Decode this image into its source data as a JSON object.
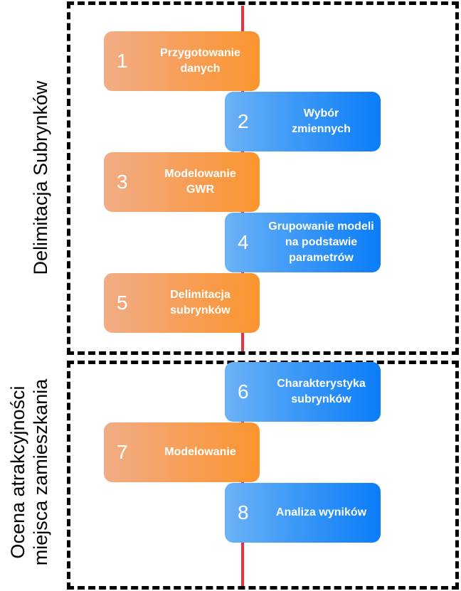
{
  "sections": [
    {
      "label": "Delimitacja Subrynków"
    },
    {
      "label_line1": "Ocena atrakcyjności",
      "label_line2": "miejsca zamieszkania"
    }
  ],
  "steps": [
    {
      "number": "1",
      "line1": "Przygotowanie",
      "line2": "danych",
      "line3": ""
    },
    {
      "number": "2",
      "line1": "Wybór",
      "line2": "zmiennych",
      "line3": ""
    },
    {
      "number": "3",
      "line1": "Modelowanie",
      "line2": "GWR",
      "line3": ""
    },
    {
      "number": "4",
      "line1": "Grupowanie modeli",
      "line2": "na podstawie",
      "line3": "parametrów"
    },
    {
      "number": "5",
      "line1": "Delimitacja",
      "line2": "subrynków",
      "line3": ""
    },
    {
      "number": "6",
      "line1": "Charakterystyka",
      "line2": "subrynków",
      "line3": ""
    },
    {
      "number": "7",
      "line1": "Modelowanie",
      "line2": "",
      "line3": ""
    },
    {
      "number": "8",
      "line1": "Analiza wyników",
      "line2": "",
      "line3": ""
    }
  ],
  "colors": {
    "orange_box": "#fb952e",
    "blue_box": "#0b7df8",
    "timeline_line": "#e8313c",
    "dashed_border": "#000000"
  }
}
